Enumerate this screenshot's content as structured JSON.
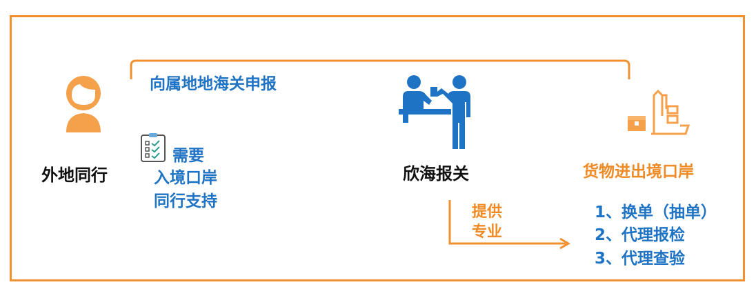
{
  "colors": {
    "frame": "#f0902f",
    "blue_text": "#1f73c4",
    "orange_text": "#f08a24",
    "black_text": "#111111",
    "person_icon": "#f5a04a",
    "agent_icon": "#1f73c4",
    "port_icon": "#f5a04a"
  },
  "left_party": {
    "icon": "person-icon",
    "label": "外地同行"
  },
  "declaration": {
    "label": "向属地地海关申报"
  },
  "needs": {
    "icon": "checklist-icon",
    "line1": "需要",
    "line2": "入境口岸",
    "line3": "同行支持"
  },
  "center_party": {
    "icon": "customs-counter-icon",
    "label": "欣海报关"
  },
  "provide": {
    "line1": "提供",
    "line2": "专业"
  },
  "right_party": {
    "icon": "port-crane-icon",
    "label": "货物进出境口岸"
  },
  "services": [
    "1、换单（抽单）",
    "2、代理报检",
    "3、代理查验"
  ]
}
